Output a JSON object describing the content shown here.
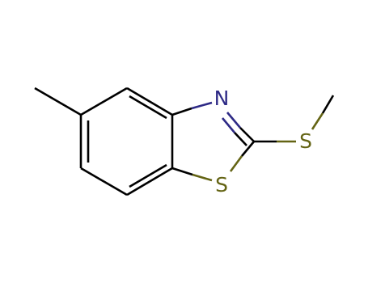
{
  "molecule": {
    "atoms": [
      {
        "id": "n1",
        "element": "N",
        "label": "N",
        "color": "#2e2a86"
      },
      {
        "id": "s1",
        "element": "S",
        "label": "S",
        "color": "#646414"
      },
      {
        "id": "s2",
        "element": "S",
        "label": "S",
        "color": "#646414"
      }
    ],
    "colors": {
      "bond": "#000000",
      "nitrogen": "#2e2a86",
      "sulfur": "#646414"
    }
  }
}
